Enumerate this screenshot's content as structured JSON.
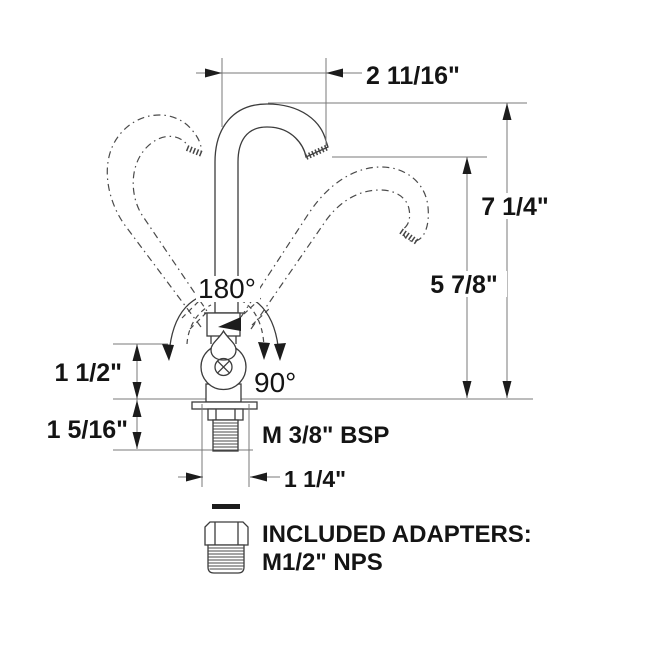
{
  "figure": {
    "title": "Gooseneck swivel faucet dimensional drawing",
    "colors": {
      "line": "#3c3c3c",
      "dimension_line": "#787878",
      "text": "#141414",
      "background": "#ffffff"
    },
    "dimensions": {
      "spout_reach": "2 11/16\"",
      "overall_height": "7 1/4\"",
      "outlet_height": "5 7/8\"",
      "body_height": "1 1/2\"",
      "shank_length": "1 5/16\"",
      "body_diameter": "1 1/4\"",
      "swivel_angle": "180°",
      "alt_swivel_angle": "90°",
      "thread_label": "M 3/8\" BSP"
    },
    "footer": {
      "adapters_title": "INCLUDED ADAPTERS:",
      "adapters_value": "M1/2\" NPS"
    },
    "icons": [
      {
        "name": "adapter-icon",
        "meaning": "included threaded adapter fitting"
      },
      {
        "name": "dash-bullet",
        "meaning": "list bullet"
      }
    ]
  }
}
